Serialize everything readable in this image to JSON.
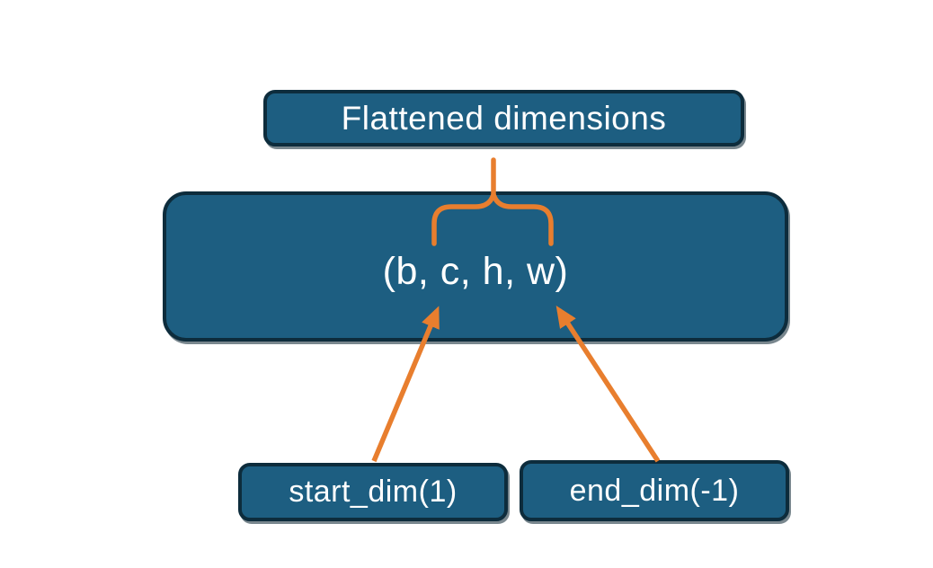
{
  "diagram": {
    "title_box": {
      "label": "Flattened dimensions"
    },
    "tensor_box": {
      "label": "(b, c, h, w)"
    },
    "start_box": {
      "label": "start_dim(1)"
    },
    "end_box": {
      "label": "end_dim(-1)"
    },
    "colors": {
      "box_fill": "#1d5e81",
      "box_border": "#0d2c3c",
      "accent_orange": "#e87e2e",
      "text": "#ffffff",
      "background": "#ffffff"
    }
  }
}
